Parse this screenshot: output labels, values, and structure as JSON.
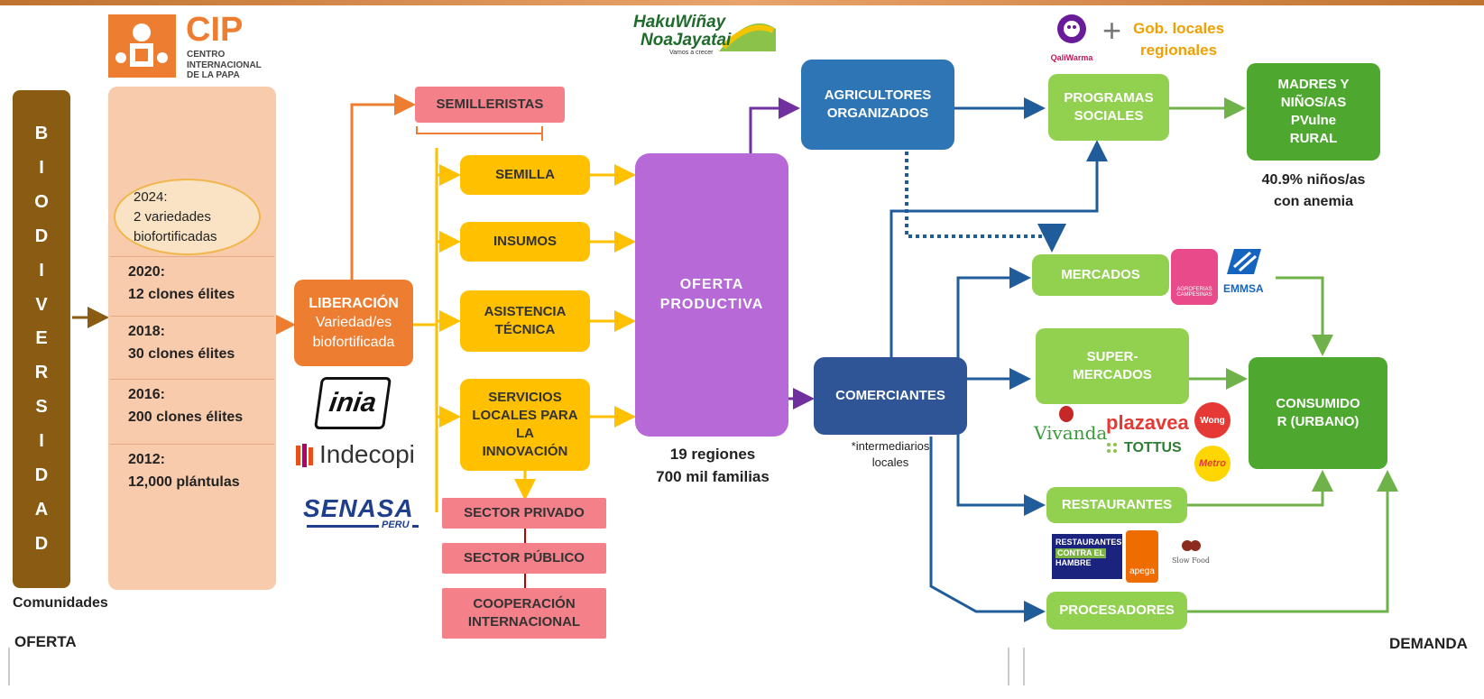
{
  "biodiversidad": [
    "B",
    "I",
    "O",
    "D",
    "I",
    "V",
    "E",
    "R",
    "S",
    "I",
    "D",
    "A",
    "D"
  ],
  "comunidades": "Comunidades",
  "oferta": "OFERTA",
  "demanda": "DEMANDA",
  "cip": {
    "abbr": "CIP",
    "line1": "CENTRO",
    "line2": "INTERNACIONAL",
    "line3": "DE LA PAPA"
  },
  "hist": {
    "y2024": "2024:",
    "t2024a": "2 variedades",
    "t2024b": "biofortificadas",
    "y2020": "2020:",
    "t2020": "12 clones élites",
    "y2018": "2018:",
    "t2018": "30 clones élites",
    "y2016": "2016:",
    "t2016": "200 clones élites",
    "y2012": "2012:",
    "t2012": "12,000 plántulas"
  },
  "liberacion": {
    "title": "LIBERACIÓN",
    "line2": "Variedad/es",
    "line3": "biofortificada"
  },
  "semilleristas": "SEMILLERISTAS",
  "inputs": {
    "semilla": "SEMILLA",
    "insumos": "INSUMOS",
    "asistencia1": "ASISTENCIA",
    "asistencia2": "TÉCNICA",
    "servicios1": "SERVICIOS",
    "servicios2": "LOCALES PARA",
    "servicios3": "LA",
    "servicios4": "INNOVACIÓN"
  },
  "sectors": {
    "privado": "SECTOR PRIVADO",
    "publico": "SECTOR PÚBLICO",
    "coop1": "COOPERACIÓN",
    "coop2": "INTERNACIONAL"
  },
  "logos": {
    "inia": "inia",
    "indecopi": "Indecopi",
    "senasa": "SENASA",
    "peru": "PERU",
    "haku1": "HakuWiñay",
    "haku2": "NoaJayatai",
    "haku3": "Vamos a crecer",
    "qali": "QaliWarma",
    "plus": "+",
    "gob1": "Gob. locales",
    "gob2": "regionales",
    "vivanda": "Vivanda",
    "plazavea": "plazavea",
    "tottus": "TOTTUS",
    "wong": "Wong",
    "metro": "Metro",
    "emmsa": "EMMSA",
    "agro": "AGROFERIAS CAMPESINAS",
    "rch1": "RESTAURANTES",
    "rch2": "CONTRA EL",
    "rch3": "HAMBRE",
    "apega": "apega",
    "slow": "Slow Food"
  },
  "oferta_productiva": {
    "line1": "OFERTA",
    "line2": "PRODUCTIVA",
    "cap1": "19 regiones",
    "cap2": "700 mil familias"
  },
  "agricultores": {
    "line1": "AGRICULTORES",
    "line2": "ORGANIZADOS"
  },
  "comerciantes": {
    "title": "COMERCIANTES",
    "note1": "*intermediarios",
    "note2": "locales"
  },
  "programas": {
    "line1": "PROGRAMAS",
    "line2": "SOCIALES"
  },
  "madres": {
    "line1": "MADRES Y",
    "line2": "NIÑOS/AS",
    "line3": "PVulne",
    "line4": "RURAL",
    "cap1": "40.9% niños/as",
    "cap2": "con anemia"
  },
  "mercados": "MERCADOS",
  "super": {
    "line1": "SUPER-",
    "line2": "MERCADOS"
  },
  "restaurantes": "RESTAURANTES",
  "procesadores": "PROCESADORES",
  "consumidor": {
    "line1": "CONSUMIDO",
    "line2": "R (URBANO)"
  },
  "colors": {
    "brown": "#8a5b12",
    "orange": "#ed7d31",
    "yellow": "#ffc000",
    "purple": "#b769d8",
    "blue": "#2e75b6",
    "darkblue": "#2f5597",
    "lightgreen": "#92d050",
    "darkgreen": "#4ea72e",
    "pink": "#f4808a",
    "peach": "#f8cbad"
  }
}
